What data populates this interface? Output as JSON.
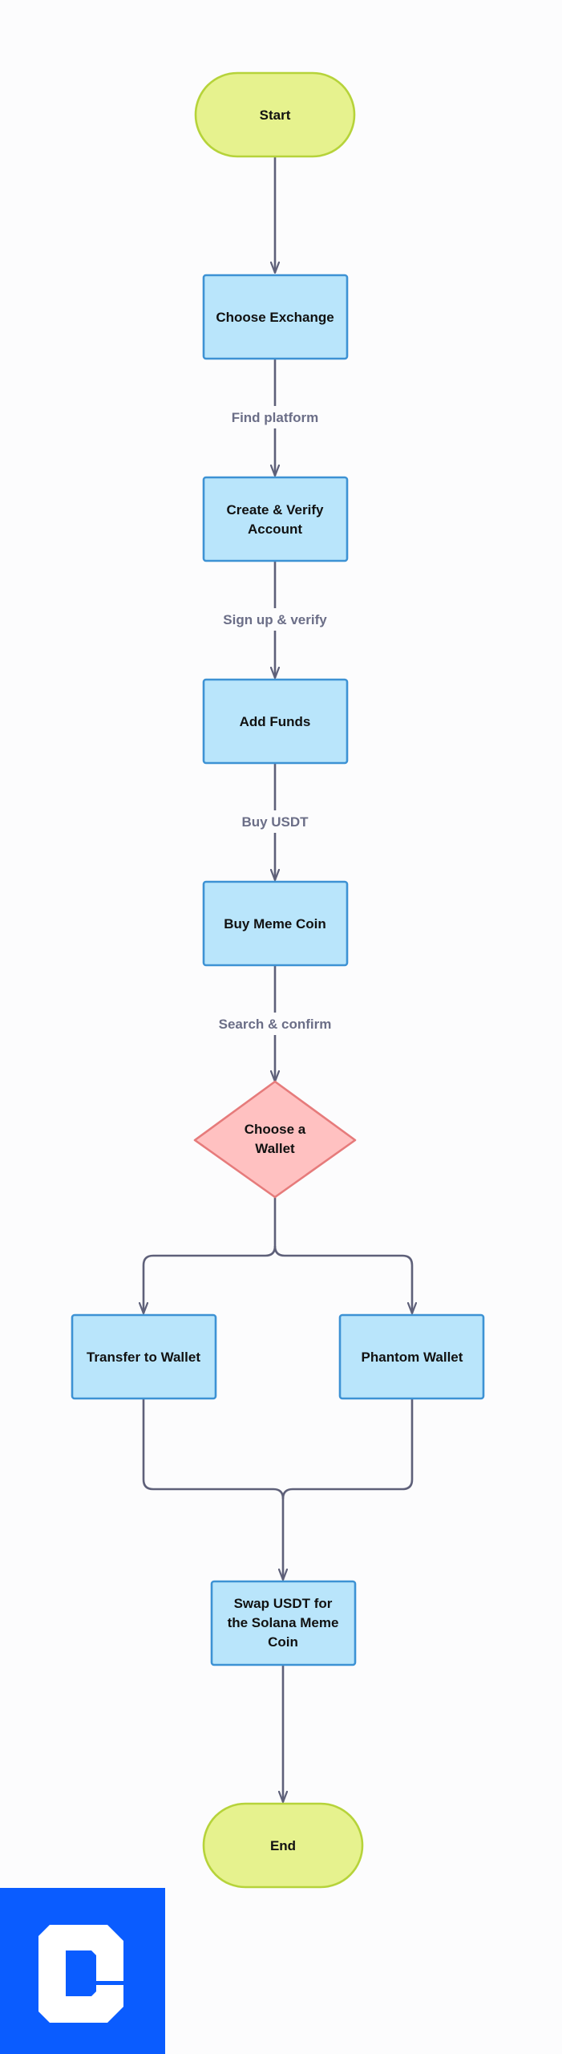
{
  "nodes": {
    "start": "Start",
    "choose_exchange": "Choose Exchange",
    "create_verify": [
      "Create & Verify",
      "Account"
    ],
    "add_funds": "Add Funds",
    "buy_meme": "Buy Meme Coin",
    "choose_wallet": [
      "Choose a",
      "Wallet"
    ],
    "transfer_wallet": "Transfer to Wallet",
    "phantom_wallet": "Phantom Wallet",
    "swap": [
      "Swap USDT for",
      "the Solana Meme",
      "Coin"
    ],
    "end": "End"
  },
  "edge_labels": {
    "find_platform": "Find platform",
    "sign_up": "Sign up & verify",
    "buy_usdt": "Buy USDT",
    "search_confirm": "Search & confirm"
  },
  "colors": {
    "terminal_fill": "#e6f28e",
    "terminal_stroke": "#b6d33a",
    "process_fill": "#b9e5fb",
    "process_stroke": "#3d92d4",
    "decision_fill": "#ffc1c1",
    "decision_stroke": "#e67b7b",
    "edge": "#5e6079",
    "logo_bg": "#0a5cff"
  },
  "icons": {
    "logo": "brand-logo-icon"
  }
}
